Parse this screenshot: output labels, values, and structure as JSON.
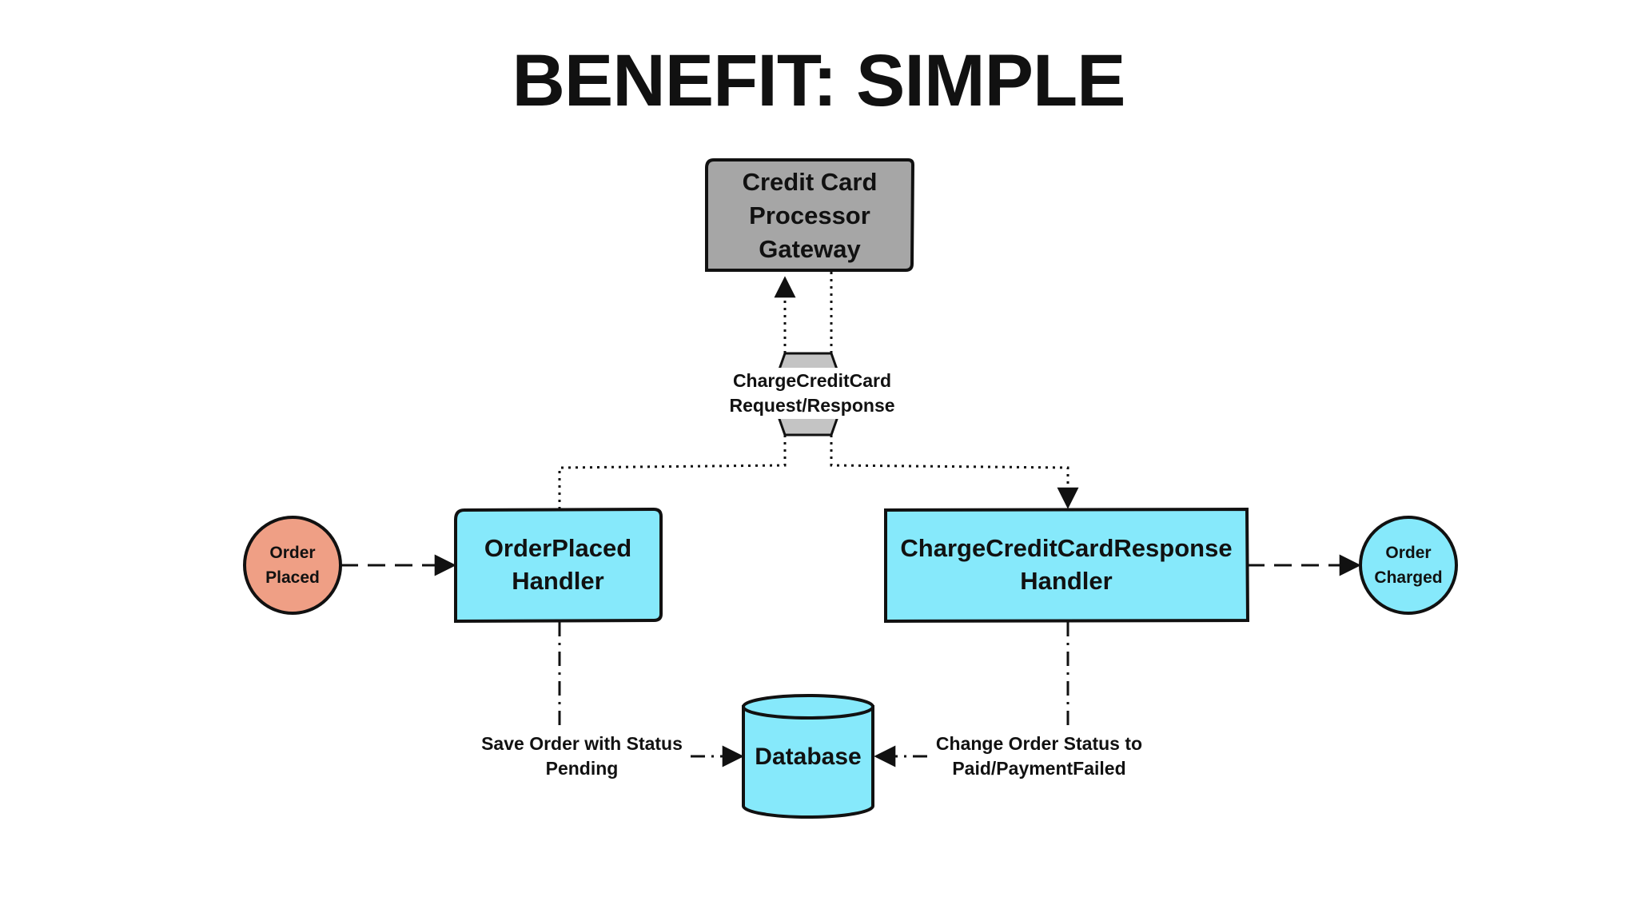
{
  "slide": {
    "title": "BENEFIT: SIMPLE"
  },
  "nodes": {
    "gateway": {
      "lines": [
        "Credit Card",
        "Processor",
        "Gateway"
      ],
      "color": "#a6a6a6"
    },
    "channel": {
      "lines": [
        "ChargeCreditCard",
        "Request/Response"
      ],
      "color": "#c4c4c4"
    },
    "order_placed_handler": {
      "lines": [
        "OrderPlaced",
        "Handler"
      ],
      "color": "#86e9fb"
    },
    "charge_response_handler": {
      "lines": [
        "ChargeCreditCardResponse",
        "Handler"
      ],
      "color": "#86e9fb"
    },
    "order_placed_event": {
      "lines": [
        "Order",
        "Placed"
      ],
      "color": "#ef9f85"
    },
    "order_charged_event": {
      "lines": [
        "Order",
        "Charged"
      ],
      "color": "#86e9fb"
    },
    "database": {
      "label": "Database",
      "color": "#86e9fb"
    }
  },
  "edges": {
    "save_order": {
      "lines": [
        "Save Order with Status",
        "Pending"
      ]
    },
    "change_status": {
      "lines": [
        "Change Order Status to",
        "Paid/PaymentFailed"
      ]
    }
  }
}
